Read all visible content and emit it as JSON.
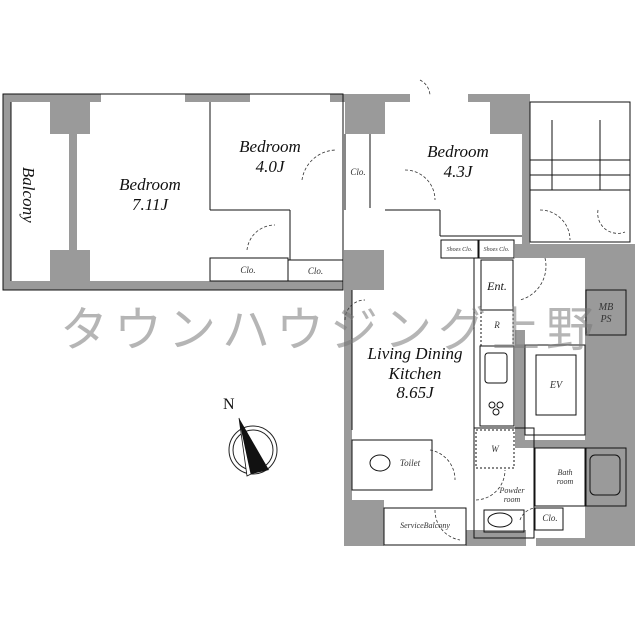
{
  "plan": {
    "title": "Floor plan",
    "colors": {
      "wall": "#9a9a9a",
      "line": "#111111",
      "watermark": "#8a8a8a"
    },
    "rooms": {
      "balcony": {
        "label": "Balcony"
      },
      "bedroom_main": {
        "label": "Bedroom",
        "size": "7.11J"
      },
      "bedroom_a": {
        "label": "Bedroom",
        "size": "4.0J"
      },
      "bedroom_b": {
        "label": "Bedroom",
        "size": "4.3J"
      },
      "ldk": {
        "line1": "Living Dining",
        "line2": "Kitchen",
        "size": "8.65J"
      },
      "closet_1": {
        "label": "Clo."
      },
      "closet_2": {
        "label": "Clo."
      },
      "closet_3": {
        "label": "Clo."
      },
      "closet_4": {
        "label": "Clo."
      },
      "shoes_closet_1": {
        "label": "Shoes Clo."
      },
      "shoes_closet_2": {
        "label": "Shoes Clo."
      },
      "entrance": {
        "label": "Ent."
      },
      "refrigerator": {
        "label": "R"
      },
      "mbps": {
        "line1": "MB",
        "line2": "PS"
      },
      "elevator": {
        "label": "EV"
      },
      "washer": {
        "label": "W"
      },
      "toilet": {
        "label": "Toilet"
      },
      "powder_room": {
        "line1": "Powder",
        "line2": "room"
      },
      "bathroom": {
        "line1": "Bath",
        "line2": "room"
      },
      "service_balcony": {
        "label": "ServiceBalcony"
      }
    },
    "compass": {
      "label": "N"
    },
    "watermark": "タウンハウジング上野"
  }
}
